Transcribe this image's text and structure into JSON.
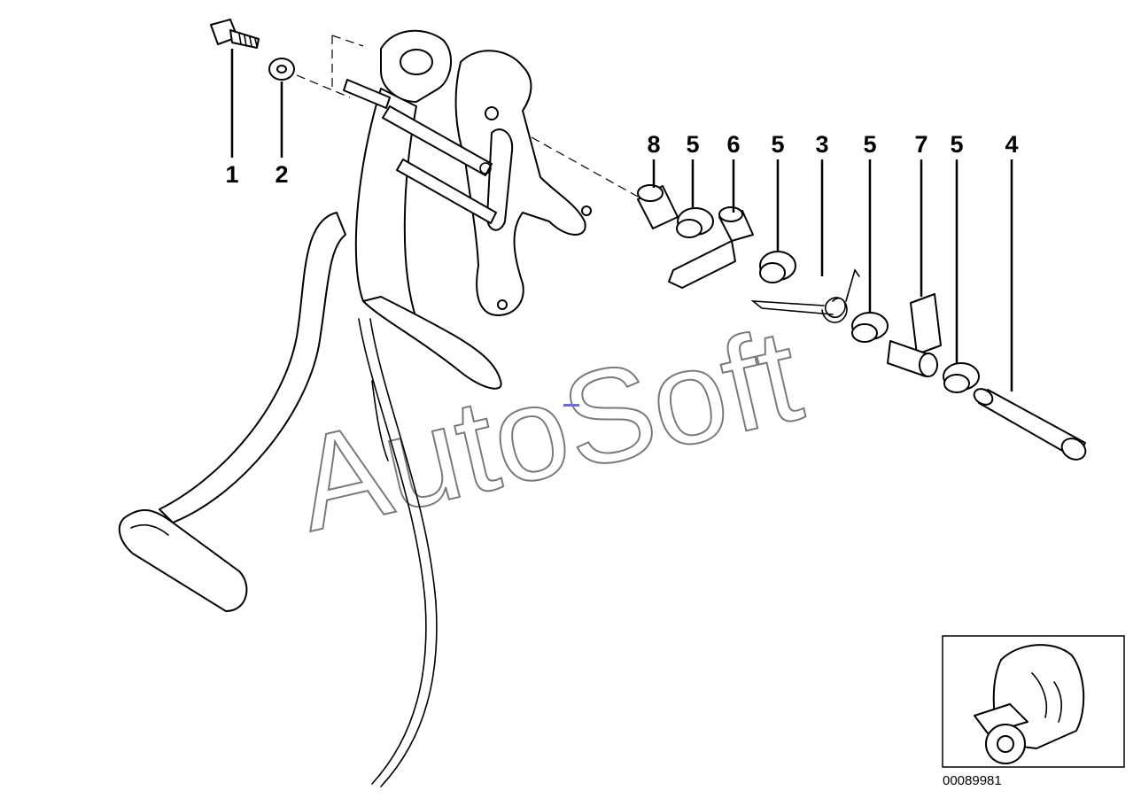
{
  "callouts": [
    {
      "id": "c1",
      "label": "1"
    },
    {
      "id": "c2",
      "label": "2"
    },
    {
      "id": "c8",
      "label": "8"
    },
    {
      "id": "c5a",
      "label": "5"
    },
    {
      "id": "c6",
      "label": "6"
    },
    {
      "id": "c5b",
      "label": "5"
    },
    {
      "id": "c3",
      "label": "3"
    },
    {
      "id": "c5c",
      "label": "5"
    },
    {
      "id": "c7",
      "label": "7"
    },
    {
      "id": "c5d",
      "label": "5"
    },
    {
      "id": "c4",
      "label": "4"
    }
  ],
  "watermark": "AutoSoft",
  "diagram_id": "00089981",
  "colors": {
    "ink": "#000000",
    "watermark": "#7a7a7a",
    "background": "#ffffff"
  }
}
